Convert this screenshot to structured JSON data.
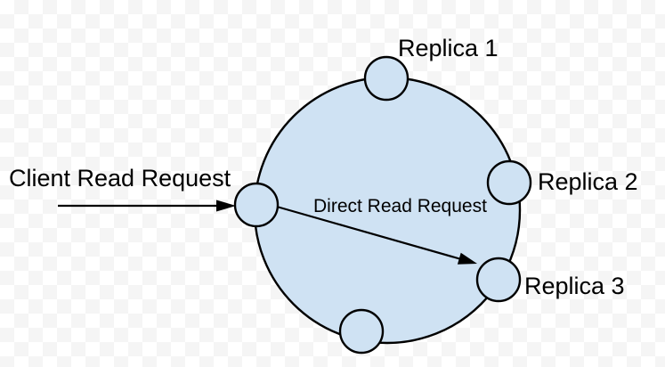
{
  "diagram": {
    "type": "replication-read-path",
    "labels": {
      "client_request": "Client Read Request",
      "direct_request": "Direct Read Request"
    },
    "replicas": [
      {
        "label": "Replica 1"
      },
      {
        "label": "Replica 2"
      },
      {
        "label": "Replica 3"
      }
    ],
    "colors": {
      "ring_fill": "#cfe2f3",
      "node_fill": "#cfe2f3",
      "stroke": "#000000",
      "text": "#000000",
      "checker_light": "#ffffff",
      "checker_dark": "#f5f5f5"
    }
  }
}
